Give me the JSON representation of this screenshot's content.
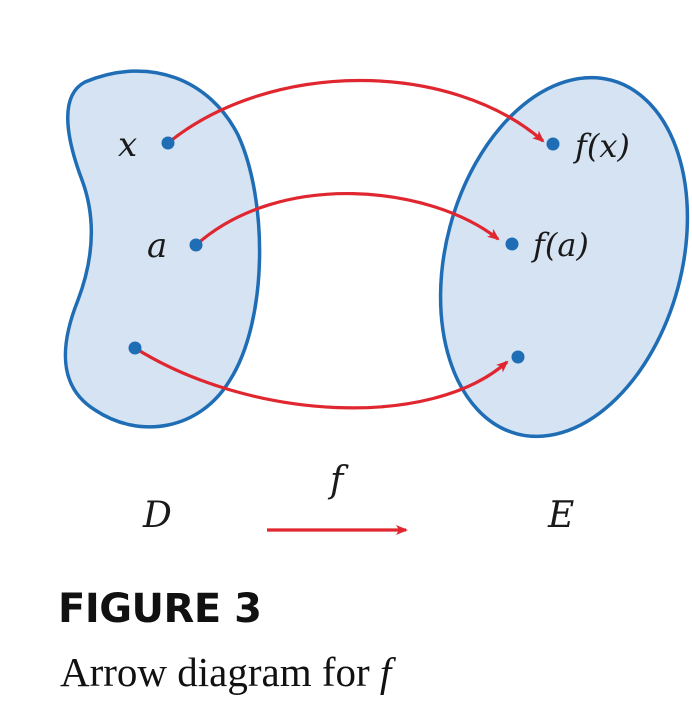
{
  "diagram": {
    "domain_label": "D",
    "codomain_label": "E",
    "function_label": "f",
    "domain_points": [
      "x",
      "a",
      ""
    ],
    "image_points": [
      "f(x)",
      "f(a)",
      ""
    ]
  },
  "caption": {
    "title": "FIGURE 3",
    "text": "Arrow diagram for ",
    "function_name": "f"
  },
  "colors": {
    "set_fill": "#d5e3f3",
    "set_stroke": "#1f6db5",
    "point": "#1f6db5",
    "arrow": "#e0262f"
  }
}
